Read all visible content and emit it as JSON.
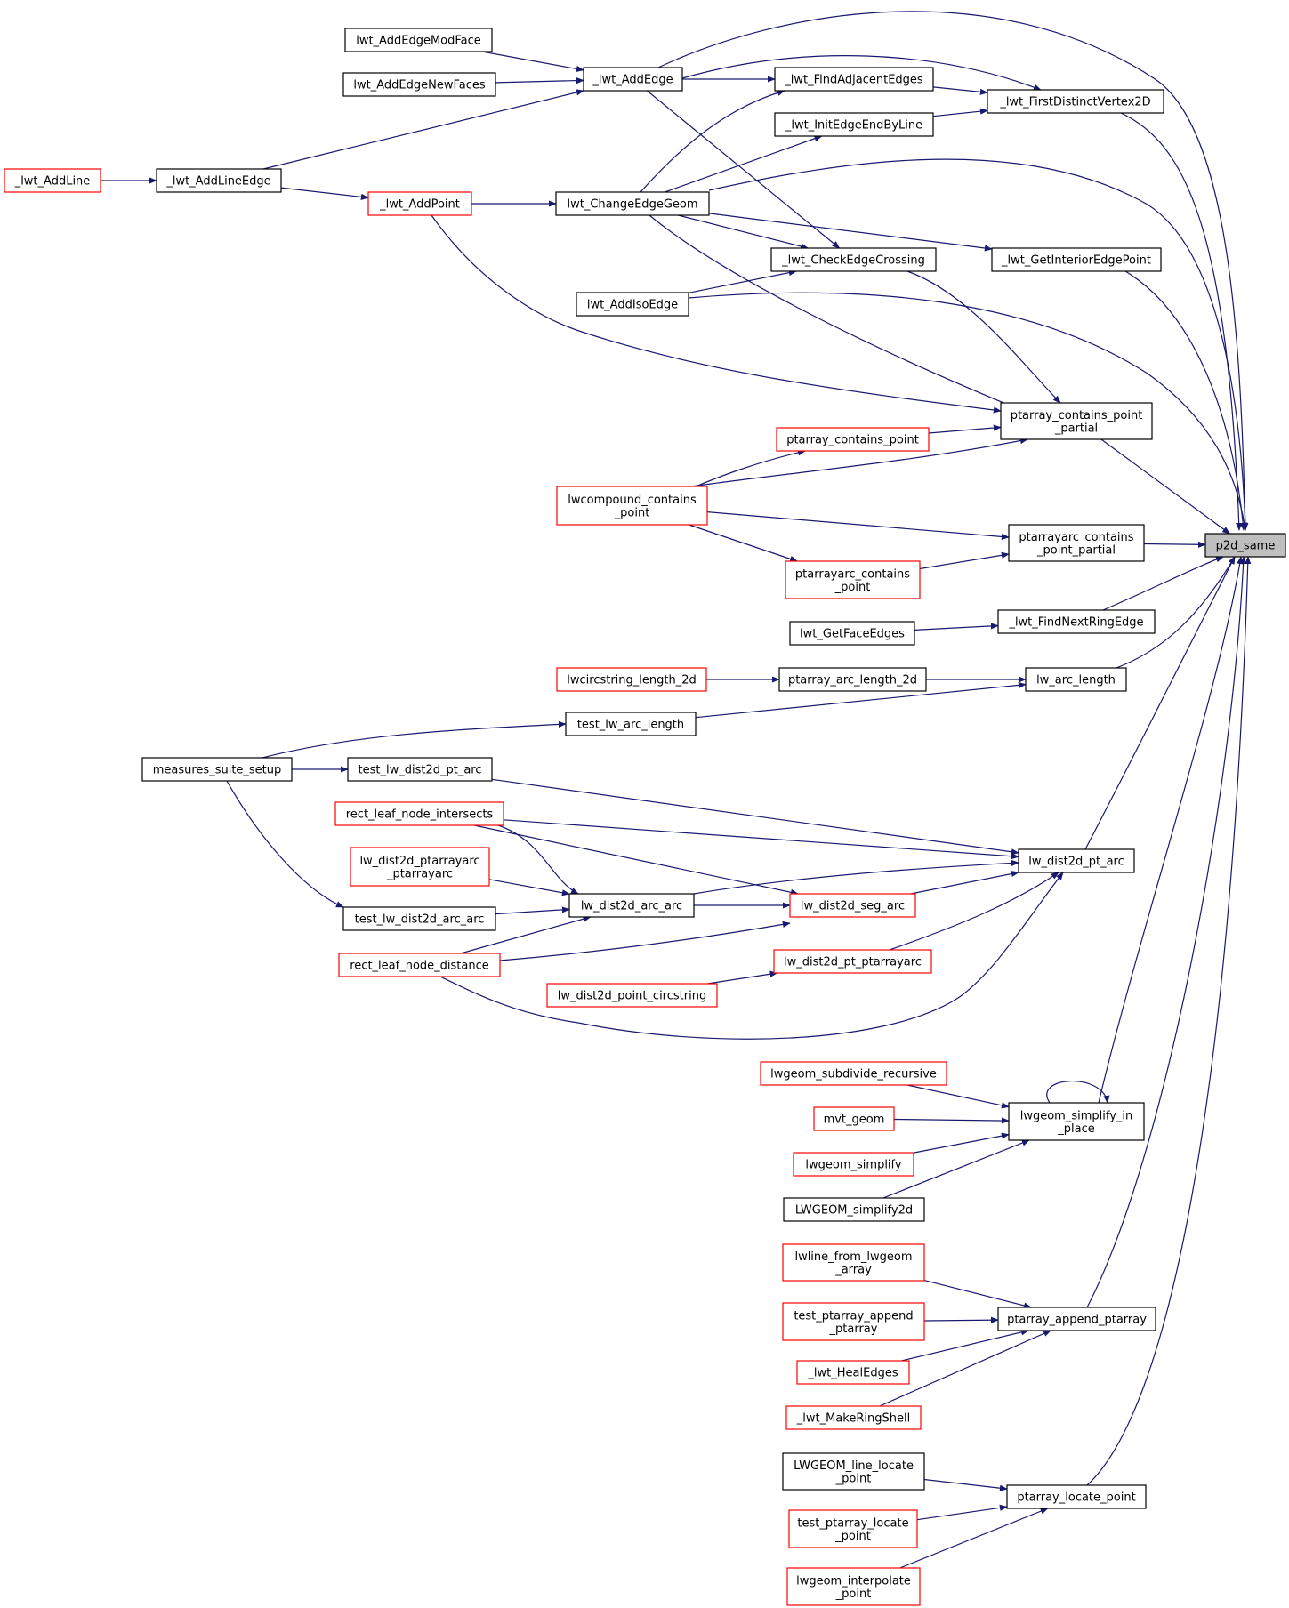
{
  "colors": {
    "edge": "#191970",
    "border_black": "#000000",
    "border_red": "#ff0000",
    "highlight_fill": "#bfbfbf",
    "background": "#ffffff"
  },
  "nodes": [
    {
      "id": "p2d_same",
      "lines": [
        "p2d_same"
      ],
      "border": "black",
      "highlight": true
    },
    {
      "id": "lwt_AddEdgeModFace",
      "lines": [
        "lwt_AddEdgeModFace"
      ],
      "border": "black"
    },
    {
      "id": "lwt_AddEdgeNewFaces",
      "lines": [
        "lwt_AddEdgeNewFaces"
      ],
      "border": "black"
    },
    {
      "id": "_lwt_AddEdge",
      "lines": [
        "_lwt_AddEdge"
      ],
      "border": "black"
    },
    {
      "id": "_lwt_FindAdjacentEdges",
      "lines": [
        "_lwt_FindAdjacentEdges"
      ],
      "border": "black"
    },
    {
      "id": "_lwt_FirstDistinctVertex2D",
      "lines": [
        "_lwt_FirstDistinctVertex2D"
      ],
      "border": "black"
    },
    {
      "id": "_lwt_InitEdgeEndByLine",
      "lines": [
        "_lwt_InitEdgeEndByLine"
      ],
      "border": "black"
    },
    {
      "id": "_lwt_AddLine",
      "lines": [
        "_lwt_AddLine"
      ],
      "border": "red"
    },
    {
      "id": "_lwt_AddLineEdge",
      "lines": [
        "_lwt_AddLineEdge"
      ],
      "border": "black"
    },
    {
      "id": "_lwt_AddPoint",
      "lines": [
        "_lwt_AddPoint"
      ],
      "border": "red"
    },
    {
      "id": "lwt_ChangeEdgeGeom",
      "lines": [
        "lwt_ChangeEdgeGeom"
      ],
      "border": "black"
    },
    {
      "id": "_lwt_CheckEdgeCrossing",
      "lines": [
        "_lwt_CheckEdgeCrossing"
      ],
      "border": "black"
    },
    {
      "id": "_lwt_GetInteriorEdgePoint",
      "lines": [
        "_lwt_GetInteriorEdgePoint"
      ],
      "border": "black"
    },
    {
      "id": "lwt_AddIsoEdge",
      "lines": [
        "lwt_AddIsoEdge"
      ],
      "border": "black"
    },
    {
      "id": "ptarray_contains_point_partial",
      "lines": [
        "ptarray_contains_point",
        "_partial"
      ],
      "border": "black"
    },
    {
      "id": "ptarray_contains_point",
      "lines": [
        "ptarray_contains_point"
      ],
      "border": "red"
    },
    {
      "id": "lwcompound_contains_point",
      "lines": [
        "lwcompound_contains",
        "_point"
      ],
      "border": "red"
    },
    {
      "id": "ptarrayarc_contains_point_partial",
      "lines": [
        "ptarrayarc_contains",
        "_point_partial"
      ],
      "border": "black"
    },
    {
      "id": "ptarrayarc_contains_point",
      "lines": [
        "ptarrayarc_contains",
        "_point"
      ],
      "border": "red"
    },
    {
      "id": "lwt_GetFaceEdges",
      "lines": [
        "lwt_GetFaceEdges"
      ],
      "border": "black"
    },
    {
      "id": "_lwt_FindNextRingEdge",
      "lines": [
        "_lwt_FindNextRingEdge"
      ],
      "border": "black"
    },
    {
      "id": "lwcircstring_length_2d",
      "lines": [
        "lwcircstring_length_2d"
      ],
      "border": "red"
    },
    {
      "id": "ptarray_arc_length_2d",
      "lines": [
        "ptarray_arc_length_2d"
      ],
      "border": "black"
    },
    {
      "id": "lw_arc_length",
      "lines": [
        "lw_arc_length"
      ],
      "border": "black"
    },
    {
      "id": "test_lw_arc_length",
      "lines": [
        "test_lw_arc_length"
      ],
      "border": "black"
    },
    {
      "id": "measures_suite_setup",
      "lines": [
        "measures_suite_setup"
      ],
      "border": "black"
    },
    {
      "id": "test_lw_dist2d_pt_arc",
      "lines": [
        "test_lw_dist2d_pt_arc"
      ],
      "border": "black"
    },
    {
      "id": "rect_leaf_node_intersects",
      "lines": [
        "rect_leaf_node_intersects"
      ],
      "border": "red"
    },
    {
      "id": "lw_dist2d_pt_arc",
      "lines": [
        "lw_dist2d_pt_arc"
      ],
      "border": "black"
    },
    {
      "id": "lw_dist2d_ptarrayarc_ptarrayarc",
      "lines": [
        "lw_dist2d_ptarrayarc",
        "_ptarrayarc"
      ],
      "border": "red"
    },
    {
      "id": "lw_dist2d_arc_arc",
      "lines": [
        "lw_dist2d_arc_arc"
      ],
      "border": "black"
    },
    {
      "id": "lw_dist2d_seg_arc",
      "lines": [
        "lw_dist2d_seg_arc"
      ],
      "border": "red"
    },
    {
      "id": "test_lw_dist2d_arc_arc",
      "lines": [
        "test_lw_dist2d_arc_arc"
      ],
      "border": "black"
    },
    {
      "id": "rect_leaf_node_distance",
      "lines": [
        "rect_leaf_node_distance"
      ],
      "border": "red"
    },
    {
      "id": "lw_dist2d_pt_ptarrayarc",
      "lines": [
        "lw_dist2d_pt_ptarrayarc"
      ],
      "border": "red"
    },
    {
      "id": "lw_dist2d_point_circstring",
      "lines": [
        "lw_dist2d_point_circstring"
      ],
      "border": "red"
    },
    {
      "id": "lwgeom_subdivide_recursive",
      "lines": [
        "lwgeom_subdivide_recursive"
      ],
      "border": "red"
    },
    {
      "id": "mvt_geom",
      "lines": [
        "mvt_geom"
      ],
      "border": "red"
    },
    {
      "id": "lwgeom_simplify",
      "lines": [
        "lwgeom_simplify"
      ],
      "border": "red"
    },
    {
      "id": "LWGEOM_simplify2d",
      "lines": [
        "LWGEOM_simplify2d"
      ],
      "border": "black"
    },
    {
      "id": "lwgeom_simplify_in_place",
      "lines": [
        "lwgeom_simplify_in",
        "_place"
      ],
      "border": "black"
    },
    {
      "id": "lwline_from_lwgeom_array",
      "lines": [
        "lwline_from_lwgeom",
        "_array"
      ],
      "border": "red"
    },
    {
      "id": "test_ptarray_append_ptarray",
      "lines": [
        "test_ptarray_append",
        "_ptarray"
      ],
      "border": "red"
    },
    {
      "id": "_lwt_HealEdges",
      "lines": [
        "_lwt_HealEdges"
      ],
      "border": "red"
    },
    {
      "id": "_lwt_MakeRingShell",
      "lines": [
        "_lwt_MakeRingShell"
      ],
      "border": "red"
    },
    {
      "id": "ptarray_append_ptarray",
      "lines": [
        "ptarray_append_ptarray"
      ],
      "border": "black"
    },
    {
      "id": "LWGEOM_line_locate_point",
      "lines": [
        "LWGEOM_line_locate",
        "_point"
      ],
      "border": "black"
    },
    {
      "id": "test_ptarray_locate_point",
      "lines": [
        "test_ptarray_locate",
        "_point"
      ],
      "border": "red"
    },
    {
      "id": "lwgeom_interpolate_point",
      "lines": [
        "lwgeom_interpolate",
        "_point"
      ],
      "border": "red"
    },
    {
      "id": "ptarray_locate_point",
      "lines": [
        "ptarray_locate_point"
      ],
      "border": "black"
    }
  ],
  "edges": [
    {
      "from": "lwt_AddEdgeModFace",
      "to": "_lwt_AddEdge"
    },
    {
      "from": "lwt_AddEdgeNewFaces",
      "to": "_lwt_AddEdge"
    },
    {
      "from": "_lwt_AddLineEdge",
      "to": "_lwt_AddEdge"
    },
    {
      "from": "_lwt_AddLine",
      "to": "_lwt_AddLineEdge"
    },
    {
      "from": "_lwt_AddLineEdge",
      "to": "_lwt_AddPoint"
    },
    {
      "from": "_lwt_AddPoint",
      "to": "lwt_ChangeEdgeGeom"
    },
    {
      "from": "_lwt_AddEdge",
      "to": "_lwt_FindAdjacentEdges"
    },
    {
      "from": "_lwt_FindAdjacentEdges",
      "to": "_lwt_FirstDistinctVertex2D"
    },
    {
      "from": "_lwt_InitEdgeEndByLine",
      "to": "_lwt_FirstDistinctVertex2D"
    },
    {
      "from": "_lwt_AddEdge",
      "to": "_lwt_FirstDistinctVertex2D"
    },
    {
      "from": "lwt_ChangeEdgeGeom",
      "to": "_lwt_FindAdjacentEdges"
    },
    {
      "from": "lwt_ChangeEdgeGeom",
      "to": "_lwt_InitEdgeEndByLine"
    },
    {
      "from": "_lwt_AddEdge",
      "to": "_lwt_CheckEdgeCrossing"
    },
    {
      "from": "lwt_ChangeEdgeGeom",
      "to": "_lwt_CheckEdgeCrossing"
    },
    {
      "from": "lwt_AddIsoEdge",
      "to": "_lwt_CheckEdgeCrossing"
    },
    {
      "from": "lwt_ChangeEdgeGeom",
      "to": "_lwt_GetInteriorEdgePoint"
    },
    {
      "from": "_lwt_AddPoint",
      "to": "ptarray_contains_point_partial"
    },
    {
      "from": "lwt_ChangeEdgeGeom",
      "to": "ptarray_contains_point_partial"
    },
    {
      "from": "_lwt_CheckEdgeCrossing",
      "to": "ptarray_contains_point_partial"
    },
    {
      "from": "ptarray_contains_point",
      "to": "ptarray_contains_point_partial"
    },
    {
      "from": "lwcompound_contains_point",
      "to": "ptarray_contains_point_partial"
    },
    {
      "from": "lwcompound_contains_point",
      "to": "ptarray_contains_point"
    },
    {
      "from": "lwcompound_contains_point",
      "to": "ptarrayarc_contains_point_partial"
    },
    {
      "from": "lwcompound_contains_point",
      "to": "ptarrayarc_contains_point"
    },
    {
      "from": "ptarrayarc_contains_point",
      "to": "ptarrayarc_contains_point_partial"
    },
    {
      "from": "lwt_GetFaceEdges",
      "to": "_lwt_FindNextRingEdge"
    },
    {
      "from": "lwcircstring_length_2d",
      "to": "ptarray_arc_length_2d"
    },
    {
      "from": "ptarray_arc_length_2d",
      "to": "lw_arc_length"
    },
    {
      "from": "test_lw_arc_length",
      "to": "lw_arc_length"
    },
    {
      "from": "measures_suite_setup",
      "to": "test_lw_arc_length"
    },
    {
      "from": "measures_suite_setup",
      "to": "test_lw_dist2d_pt_arc"
    },
    {
      "from": "measures_suite_setup",
      "to": "test_lw_dist2d_arc_arc"
    },
    {
      "from": "test_lw_dist2d_pt_arc",
      "to": "lw_dist2d_pt_arc"
    },
    {
      "from": "rect_leaf_node_intersects",
      "to": "lw_dist2d_pt_arc"
    },
    {
      "from": "rect_leaf_node_intersects",
      "to": "lw_dist2d_arc_arc"
    },
    {
      "from": "rect_leaf_node_intersects",
      "to": "lw_dist2d_seg_arc"
    },
    {
      "from": "lw_dist2d_ptarrayarc_ptarrayarc",
      "to": "lw_dist2d_arc_arc"
    },
    {
      "from": "test_lw_dist2d_arc_arc",
      "to": "lw_dist2d_arc_arc"
    },
    {
      "from": "rect_leaf_node_distance",
      "to": "lw_dist2d_arc_arc"
    },
    {
      "from": "rect_leaf_node_distance",
      "to": "lw_dist2d_seg_arc"
    },
    {
      "from": "rect_leaf_node_distance",
      "to": "lw_dist2d_pt_arc"
    },
    {
      "from": "lw_dist2d_arc_arc",
      "to": "lw_dist2d_seg_arc"
    },
    {
      "from": "lw_dist2d_arc_arc",
      "to": "lw_dist2d_pt_arc"
    },
    {
      "from": "lw_dist2d_seg_arc",
      "to": "lw_dist2d_pt_arc"
    },
    {
      "from": "lw_dist2d_pt_ptarrayarc",
      "to": "lw_dist2d_pt_arc"
    },
    {
      "from": "lw_dist2d_point_circstring",
      "to": "lw_dist2d_pt_ptarrayarc"
    },
    {
      "from": "lwgeom_subdivide_recursive",
      "to": "lwgeom_simplify_in_place"
    },
    {
      "from": "mvt_geom",
      "to": "lwgeom_simplify_in_place"
    },
    {
      "from": "lwgeom_simplify",
      "to": "lwgeom_simplify_in_place"
    },
    {
      "from": "LWGEOM_simplify2d",
      "to": "lwgeom_simplify_in_place"
    },
    {
      "from": "lwgeom_simplify_in_place",
      "to": "lwgeom_simplify_in_place"
    },
    {
      "from": "lwline_from_lwgeom_array",
      "to": "ptarray_append_ptarray"
    },
    {
      "from": "test_ptarray_append_ptarray",
      "to": "ptarray_append_ptarray"
    },
    {
      "from": "_lwt_HealEdges",
      "to": "ptarray_append_ptarray"
    },
    {
      "from": "_lwt_MakeRingShell",
      "to": "ptarray_append_ptarray"
    },
    {
      "from": "LWGEOM_line_locate_point",
      "to": "ptarray_locate_point"
    },
    {
      "from": "test_ptarray_locate_point",
      "to": "ptarray_locate_point"
    },
    {
      "from": "lwgeom_interpolate_point",
      "to": "ptarray_locate_point"
    },
    {
      "from": "_lwt_AddEdge",
      "to": "p2d_same"
    },
    {
      "from": "_lwt_FirstDistinctVertex2D",
      "to": "p2d_same"
    },
    {
      "from": "lwt_ChangeEdgeGeom",
      "to": "p2d_same"
    },
    {
      "from": "_lwt_GetInteriorEdgePoint",
      "to": "p2d_same"
    },
    {
      "from": "lwt_AddIsoEdge",
      "to": "p2d_same"
    },
    {
      "from": "ptarray_contains_point_partial",
      "to": "p2d_same"
    },
    {
      "from": "ptarrayarc_contains_point_partial",
      "to": "p2d_same"
    },
    {
      "from": "_lwt_FindNextRingEdge",
      "to": "p2d_same"
    },
    {
      "from": "lw_arc_length",
      "to": "p2d_same"
    },
    {
      "from": "lw_dist2d_pt_arc",
      "to": "p2d_same"
    },
    {
      "from": "lwgeom_simplify_in_place",
      "to": "p2d_same"
    },
    {
      "from": "ptarray_append_ptarray",
      "to": "p2d_same"
    },
    {
      "from": "ptarray_locate_point",
      "to": "p2d_same"
    }
  ]
}
